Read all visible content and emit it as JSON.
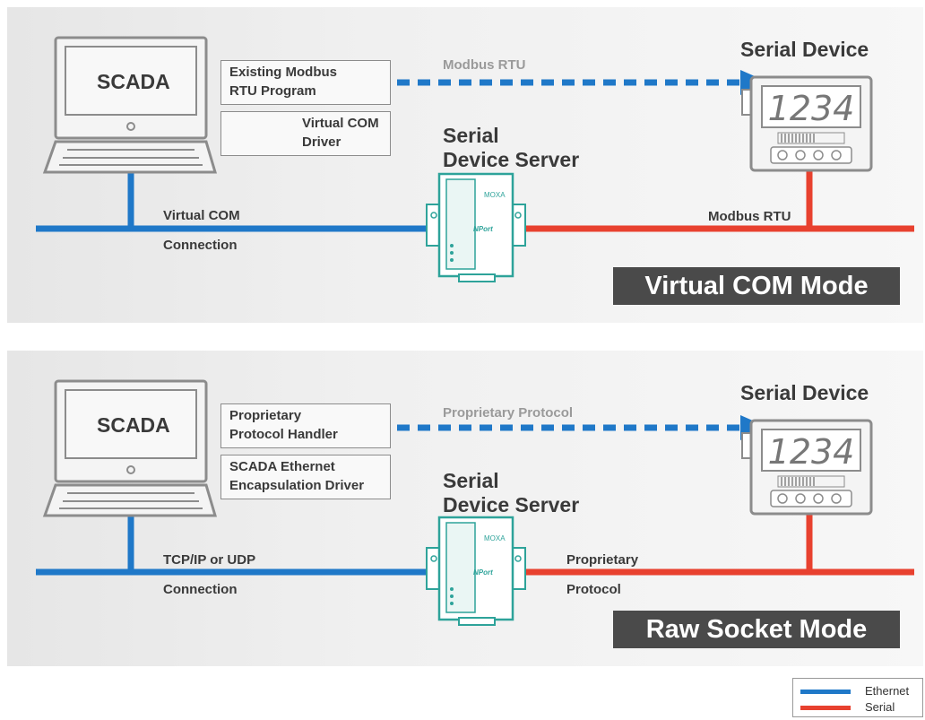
{
  "colors": {
    "ethernet": "#1f78c8",
    "serial": "#e8412f",
    "dark_label": "#4a4a4a",
    "outline": "#8c8c8c",
    "device_teal": "#2ea39a"
  },
  "diagrams": [
    {
      "scada_label": "SCADA",
      "program_box": [
        "Existing Modbus",
        "RTU Program"
      ],
      "driver_box": [
        "Virtual COM",
        "Driver"
      ],
      "dashed_label": "Modbus RTU",
      "server_label": [
        "Serial",
        "Device Server"
      ],
      "device_label": "Serial Device",
      "display_value": "1234",
      "left_link_label": [
        "Virtual COM",
        "Connection"
      ],
      "right_link_label": [
        "Modbus RTU"
      ],
      "mode_label": "Virtual COM Mode",
      "device_brand": "MOXA",
      "device_model": "NPort"
    },
    {
      "scada_label": "SCADA",
      "program_box": [
        "Proprietary",
        "Protocol Handler"
      ],
      "driver_box": [
        "SCADA Ethernet",
        "Encapsulation Driver"
      ],
      "dashed_label": "Proprietary Protocol",
      "server_label": [
        "Serial",
        "Device Server"
      ],
      "device_label": "Serial Device",
      "display_value": "1234",
      "left_link_label": [
        "TCP/IP or UDP",
        "Connection"
      ],
      "right_link_label": [
        "Proprietary",
        "Protocol"
      ],
      "mode_label": "Raw Socket Mode",
      "device_brand": "MOXA",
      "device_model": "NPort"
    }
  ],
  "legend": {
    "items": [
      {
        "label": "Ethernet",
        "color": "#1f78c8"
      },
      {
        "label": "Serial",
        "color": "#e8412f"
      }
    ]
  }
}
